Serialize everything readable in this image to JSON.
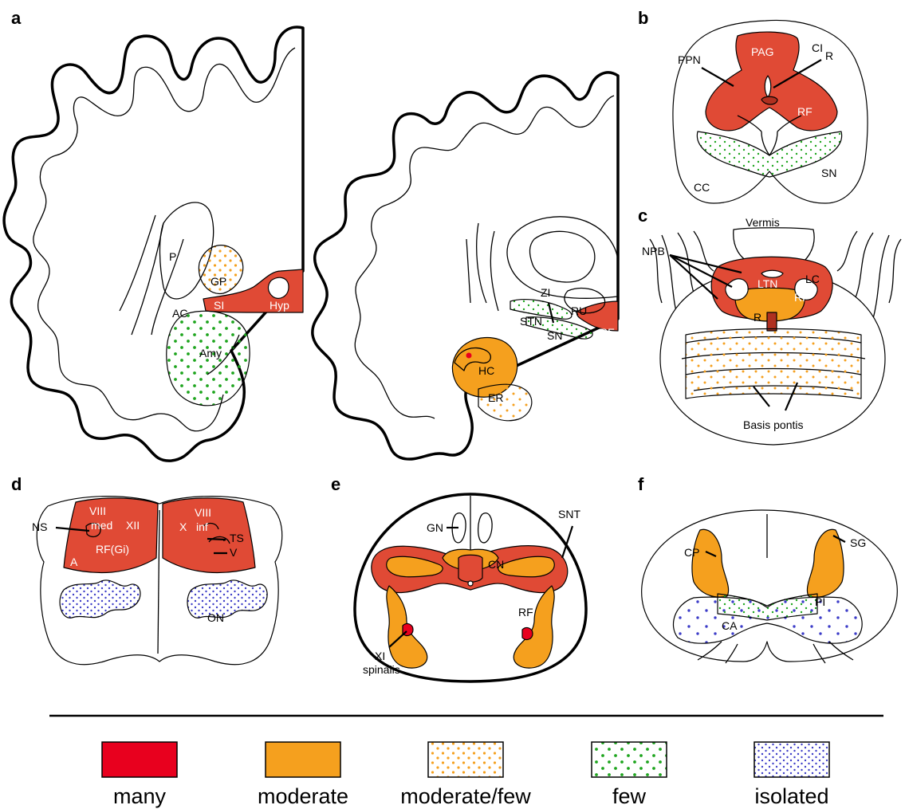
{
  "colors": {
    "many": "#e8001e",
    "many_region": "#e04a35",
    "moderate": "#f5a01e",
    "moderate_few_dots": "#f5a01e",
    "few_dots": "#1ea51e",
    "isolated_dots": "#3c3cc8"
  },
  "panels": {
    "a": {
      "letter": "a",
      "labels": {
        "P": "P",
        "GP": "GP",
        "F": "F",
        "AC": "AC",
        "SI": "SI",
        "Hyp": "Hyp",
        "Amy": "Amy",
        "ZI": "ZI",
        "STN": "STN",
        "RU": "RU",
        "SN": "SN",
        "RF": "RF",
        "HC": "HC",
        "ER": "ER"
      }
    },
    "b": {
      "letter": "b",
      "labels": {
        "PAG": "PAG",
        "CI": "CI",
        "PPN": "PPN",
        "R": "R",
        "RF": "RF",
        "SN": "SN",
        "CC": "CC"
      }
    },
    "c": {
      "letter": "c",
      "labels": {
        "Vermis": "Vermis",
        "NPB": "NPB",
        "LTN": "LTN",
        "LC": "LC",
        "RF": "RF",
        "R": "R",
        "Basis_pontis": "Basis pontis"
      }
    },
    "d": {
      "letter": "d",
      "labels": {
        "VIII_med_1": "VIII",
        "VIII_med_2": "med",
        "XII": "XII",
        "VIII_inf_1": "VIII",
        "VIII_inf_2": "inf",
        "NS": "NS",
        "X": "X",
        "TS": "TS",
        "V": "V",
        "RFGi": "RF(Gi)",
        "A": "A",
        "ON": "ON"
      }
    },
    "e": {
      "letter": "e",
      "labels": {
        "GN": "GN",
        "SNT": "SNT",
        "CN": "CN",
        "RF": "RF",
        "XI_1": "XI",
        "XI_2": "spinalis"
      }
    },
    "f": {
      "letter": "f",
      "labels": {
        "CP": "CP",
        "SG": "SG",
        "PI": "PI",
        "CA": "CA"
      }
    }
  },
  "legend": {
    "items": [
      {
        "key": "many",
        "label": "many",
        "style": "solid",
        "color": "#e8001e"
      },
      {
        "key": "moderate",
        "label": "moderate",
        "style": "solid",
        "color": "#f5a01e"
      },
      {
        "key": "moderate_few",
        "label": "moderate/few",
        "style": "dots",
        "color": "#f5a01e"
      },
      {
        "key": "few",
        "label": "few",
        "style": "dots",
        "color": "#1ea51e"
      },
      {
        "key": "isolated",
        "label": "isolated",
        "style": "dots",
        "color": "#3c3cc8"
      }
    ]
  }
}
